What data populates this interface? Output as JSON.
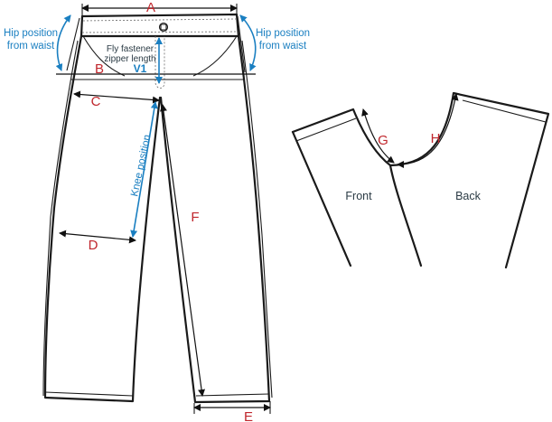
{
  "labels": {
    "a": "A",
    "b": "B",
    "c": "C",
    "d": "D",
    "e": "E",
    "f": "F",
    "g": "G",
    "h": "H",
    "v1": "V1",
    "hip_left_1": "Hip position",
    "hip_left_2": "from waist",
    "hip_right_1": "Hip position",
    "hip_right_2": "from waist",
    "fly_1": "Fly fastener",
    "fly_2": "zipper length",
    "knee": "Knee position",
    "front": "Front",
    "back": "Back"
  },
  "colors": {
    "outline": "#1a1a1a",
    "measure_letter": "#c0272d",
    "blue_annotation": "#1a7fc1",
    "pattern_text": "#2a3a44"
  }
}
